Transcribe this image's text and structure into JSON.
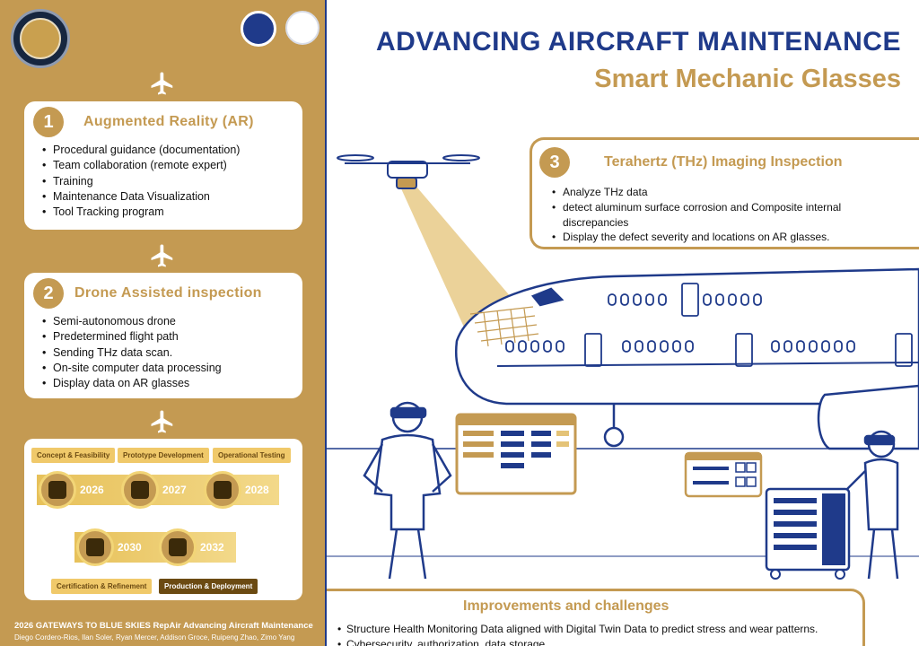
{
  "title": "ADVANCING AIRCRAFT MAINTENANCE",
  "subtitle": "Smart Mechanic Glasses",
  "sections": [
    {
      "number": "1",
      "title": "Augmented Reality (AR)",
      "items": [
        "Procedural guidance (documentation)",
        "Team collaboration (remote expert)",
        "Training",
        "Maintenance Data Visualization",
        "Tool Tracking program"
      ]
    },
    {
      "number": "2",
      "title": "Drone Assisted inspection",
      "items": [
        "Semi-autonomous drone",
        "Predetermined flight path",
        "Sending THz data scan.",
        "On-site computer data processing",
        "Display data on AR glasses"
      ]
    },
    {
      "number": "3",
      "title": "Terahertz (THz) Imaging Inspection",
      "items": [
        "Analyze THz data",
        "detect aluminum surface corrosion and Composite internal discrepancies",
        "Display the defect severity and locations on AR glasses."
      ]
    }
  ],
  "timeline": {
    "phases": [
      "Concept & Feasibility",
      "Prototype Development",
      "Operational Testing",
      "Certification & Refinement",
      "Production & Deployment"
    ],
    "years": [
      "2026",
      "2027",
      "2028",
      "2030",
      "2032"
    ]
  },
  "improvements": {
    "title": "Improvements and challenges",
    "items": [
      "Structure Health Monitoring Data aligned with Digital Twin Data to predict stress and wear patterns.",
      "Cybersecurity, authorization, data storage"
    ]
  },
  "footer": {
    "title": "2026 GATEWAYS TO BLUE SKIES RepAir Advancing Aircraft Maintenance",
    "authors": "Diego Cordero-Rios, Ilan Soler, Ryan Mercer, Addison Groce, Ruipeng Zhao, Zimo Yang"
  },
  "colors": {
    "gold": "#c49a52",
    "navy": "#1f3a8a"
  },
  "icons": [
    "airplane-icon",
    "drone-icon",
    "aircraft-illustration",
    "mechanic-figure",
    "tool-cart-icon",
    "checklist-icon",
    "dashboard-icon"
  ]
}
